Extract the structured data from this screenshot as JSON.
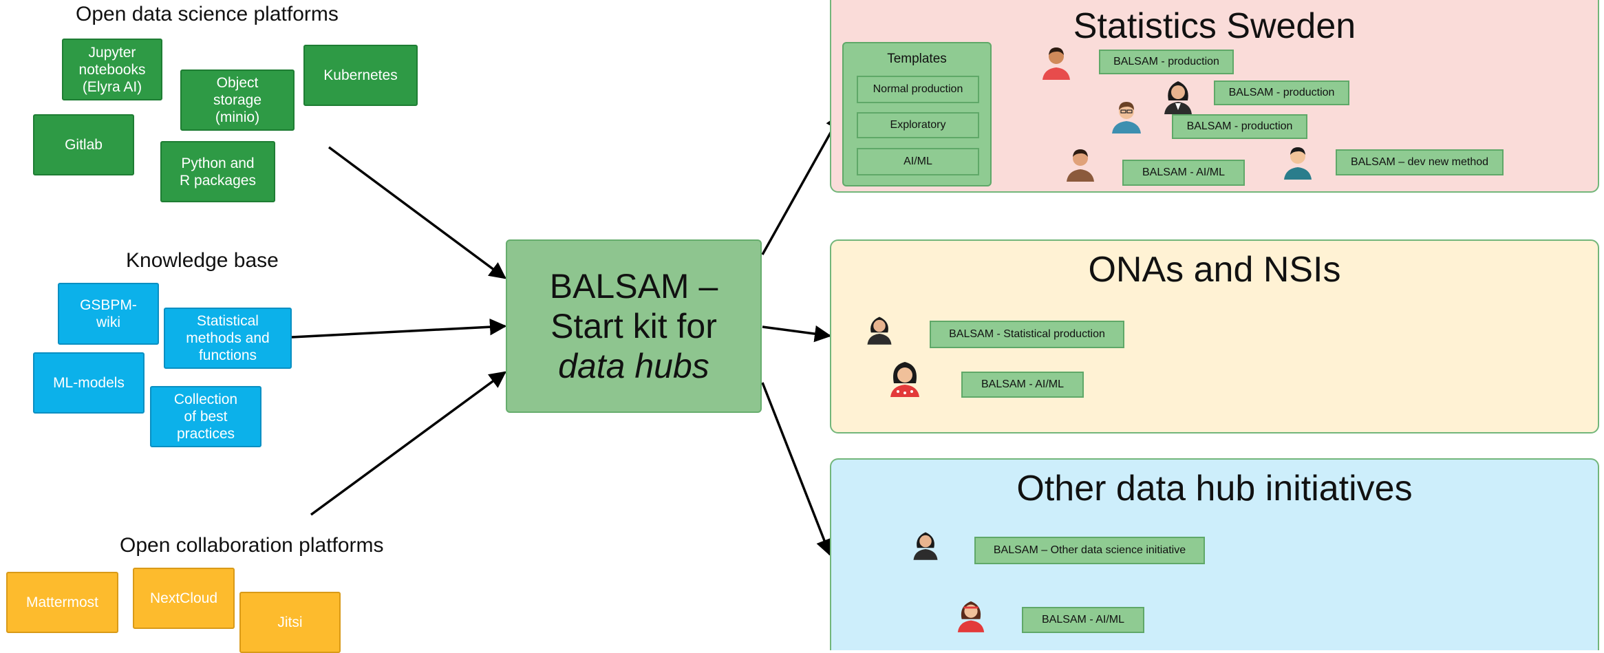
{
  "sources": {
    "platforms": {
      "heading": "Open data science platforms",
      "items": [
        "Jupyter\nnotebooks\n(Elyra AI)",
        "Object\nstorage\n(minio)",
        "Kubernetes",
        "Gitlab",
        "Python and\nR packages"
      ]
    },
    "knowledge": {
      "heading": "Knowledge base",
      "items": [
        "GSBPM-\nwiki",
        "Statistical\nmethods and\nfunctions",
        "ML-models",
        "Collection\nof best\npractices"
      ]
    },
    "collaboration": {
      "heading": "Open collaboration platforms",
      "items": [
        "Mattermost",
        "NextCloud",
        "Jitsi"
      ]
    }
  },
  "center": {
    "line1": "BALSAM –",
    "line2": "Start kit for",
    "line3": "data hubs"
  },
  "statistics_sweden": {
    "title": "Statistics Sweden",
    "templates_label": "Templates",
    "templates": [
      "Normal production",
      "Exploratory",
      "AI/ML"
    ],
    "instances": [
      "BALSAM - production",
      "BALSAM - production",
      "BALSAM - production",
      "BALSAM – dev new method",
      "BALSAM - AI/ML"
    ]
  },
  "onas": {
    "title": "ONAs and NSIs",
    "instances": [
      "BALSAM - Statistical production",
      "BALSAM - AI/ML"
    ]
  },
  "other": {
    "title": "Other data hub initiatives",
    "instances": [
      "BALSAM – Other data science initiative",
      "BALSAM - AI/ML"
    ]
  },
  "colors": {
    "green": "#2e9a45",
    "blue": "#0cb1ea",
    "yellow": "#fdbb2d",
    "panel_red": "#fadcd9",
    "panel_yellow": "#fff2d4",
    "panel_blue": "#cdeefb",
    "center": "#8ec58f"
  }
}
